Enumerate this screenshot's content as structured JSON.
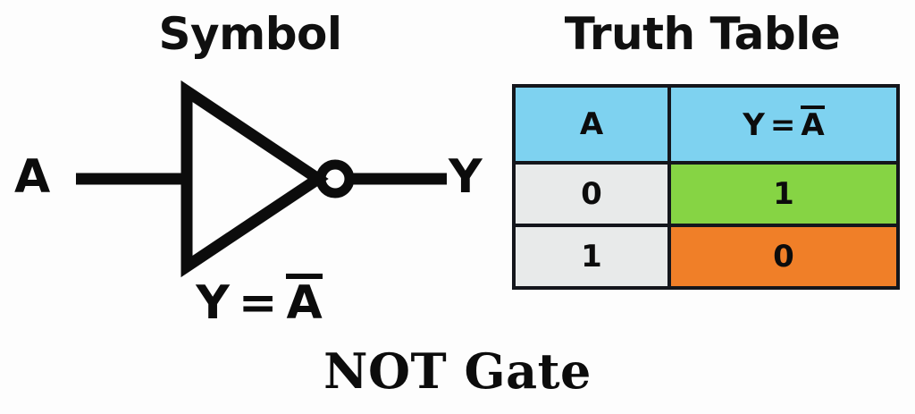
{
  "background_color": "#fdfdfd",
  "stroke_color": "#0c0c0c",
  "panels": {
    "symbol": {
      "heading": "Symbol",
      "input_label": "A",
      "output_label": "Y",
      "equation": {
        "lhs": "Y",
        "operator": "=",
        "rhs_base": "A",
        "rhs_overbar": true,
        "plain_text": "Y = A̅"
      },
      "gate_shape": "inverter-triangle-with-bubble"
    },
    "truth_table": {
      "heading": "Truth Table",
      "columns": [
        {
          "key": "a",
          "label": "A",
          "header_color": "#7ed2f0"
        },
        {
          "key": "y",
          "label_lhs": "Y",
          "label_operator": "=",
          "label_base": "A",
          "label_overbar": true,
          "label_plain": "Y = A̅",
          "header_color": "#7ed2f0"
        }
      ],
      "rows": [
        {
          "a": "0",
          "y": "1",
          "a_color": "#e8eaea",
          "y_color": "#86d444"
        },
        {
          "a": "1",
          "y": "0",
          "a_color": "#e8eaea",
          "y_color": "#f07f28"
        }
      ],
      "border_color": "#14161c"
    }
  },
  "caption": "NOT Gate",
  "chart_data": {
    "type": "table",
    "title": "Truth Table",
    "categories": [
      "A",
      "Y = A̅"
    ],
    "rows": [
      [
        "0",
        "1"
      ],
      [
        "1",
        "0"
      ]
    ]
  }
}
